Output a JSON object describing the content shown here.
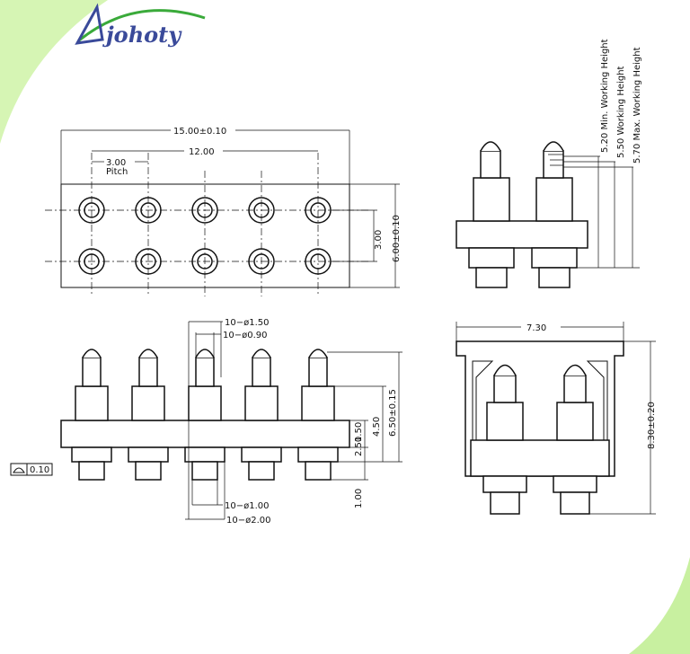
{
  "brand": {
    "name": "johoty",
    "color": "#3a4a9a",
    "swoosh_color": "#3aaa3a"
  },
  "colors": {
    "corner_green": "#c8f0a0",
    "line": "#111111",
    "body_fill": "#ffffff"
  },
  "top_view": {
    "overall_width": "15.00±0.10",
    "span": "12.00",
    "pitch": "3.00",
    "pitch_label": "Pitch",
    "row_spacing": "3.00",
    "overall_height": "6.00±0.10"
  },
  "front_view": {
    "plunger_dia": "10−ø1.50",
    "tip_dia": "10−ø0.90",
    "tail_dia": "10−ø1.00",
    "barrel_dia": "10−ø2.00",
    "flatness_value": "0.10",
    "dim_150": "1.50",
    "dim_250": "2.50",
    "dim_450": "4.50",
    "dim_650": "6.50±0.15",
    "dim_100": "1.00"
  },
  "side_view": {
    "min_working": "5.20 Min. Working Height",
    "working": "5.50 Working Height",
    "max_working": "5.70 Max. Working Height"
  },
  "end_view": {
    "width": "7.30",
    "height": "8.30±0.20"
  }
}
